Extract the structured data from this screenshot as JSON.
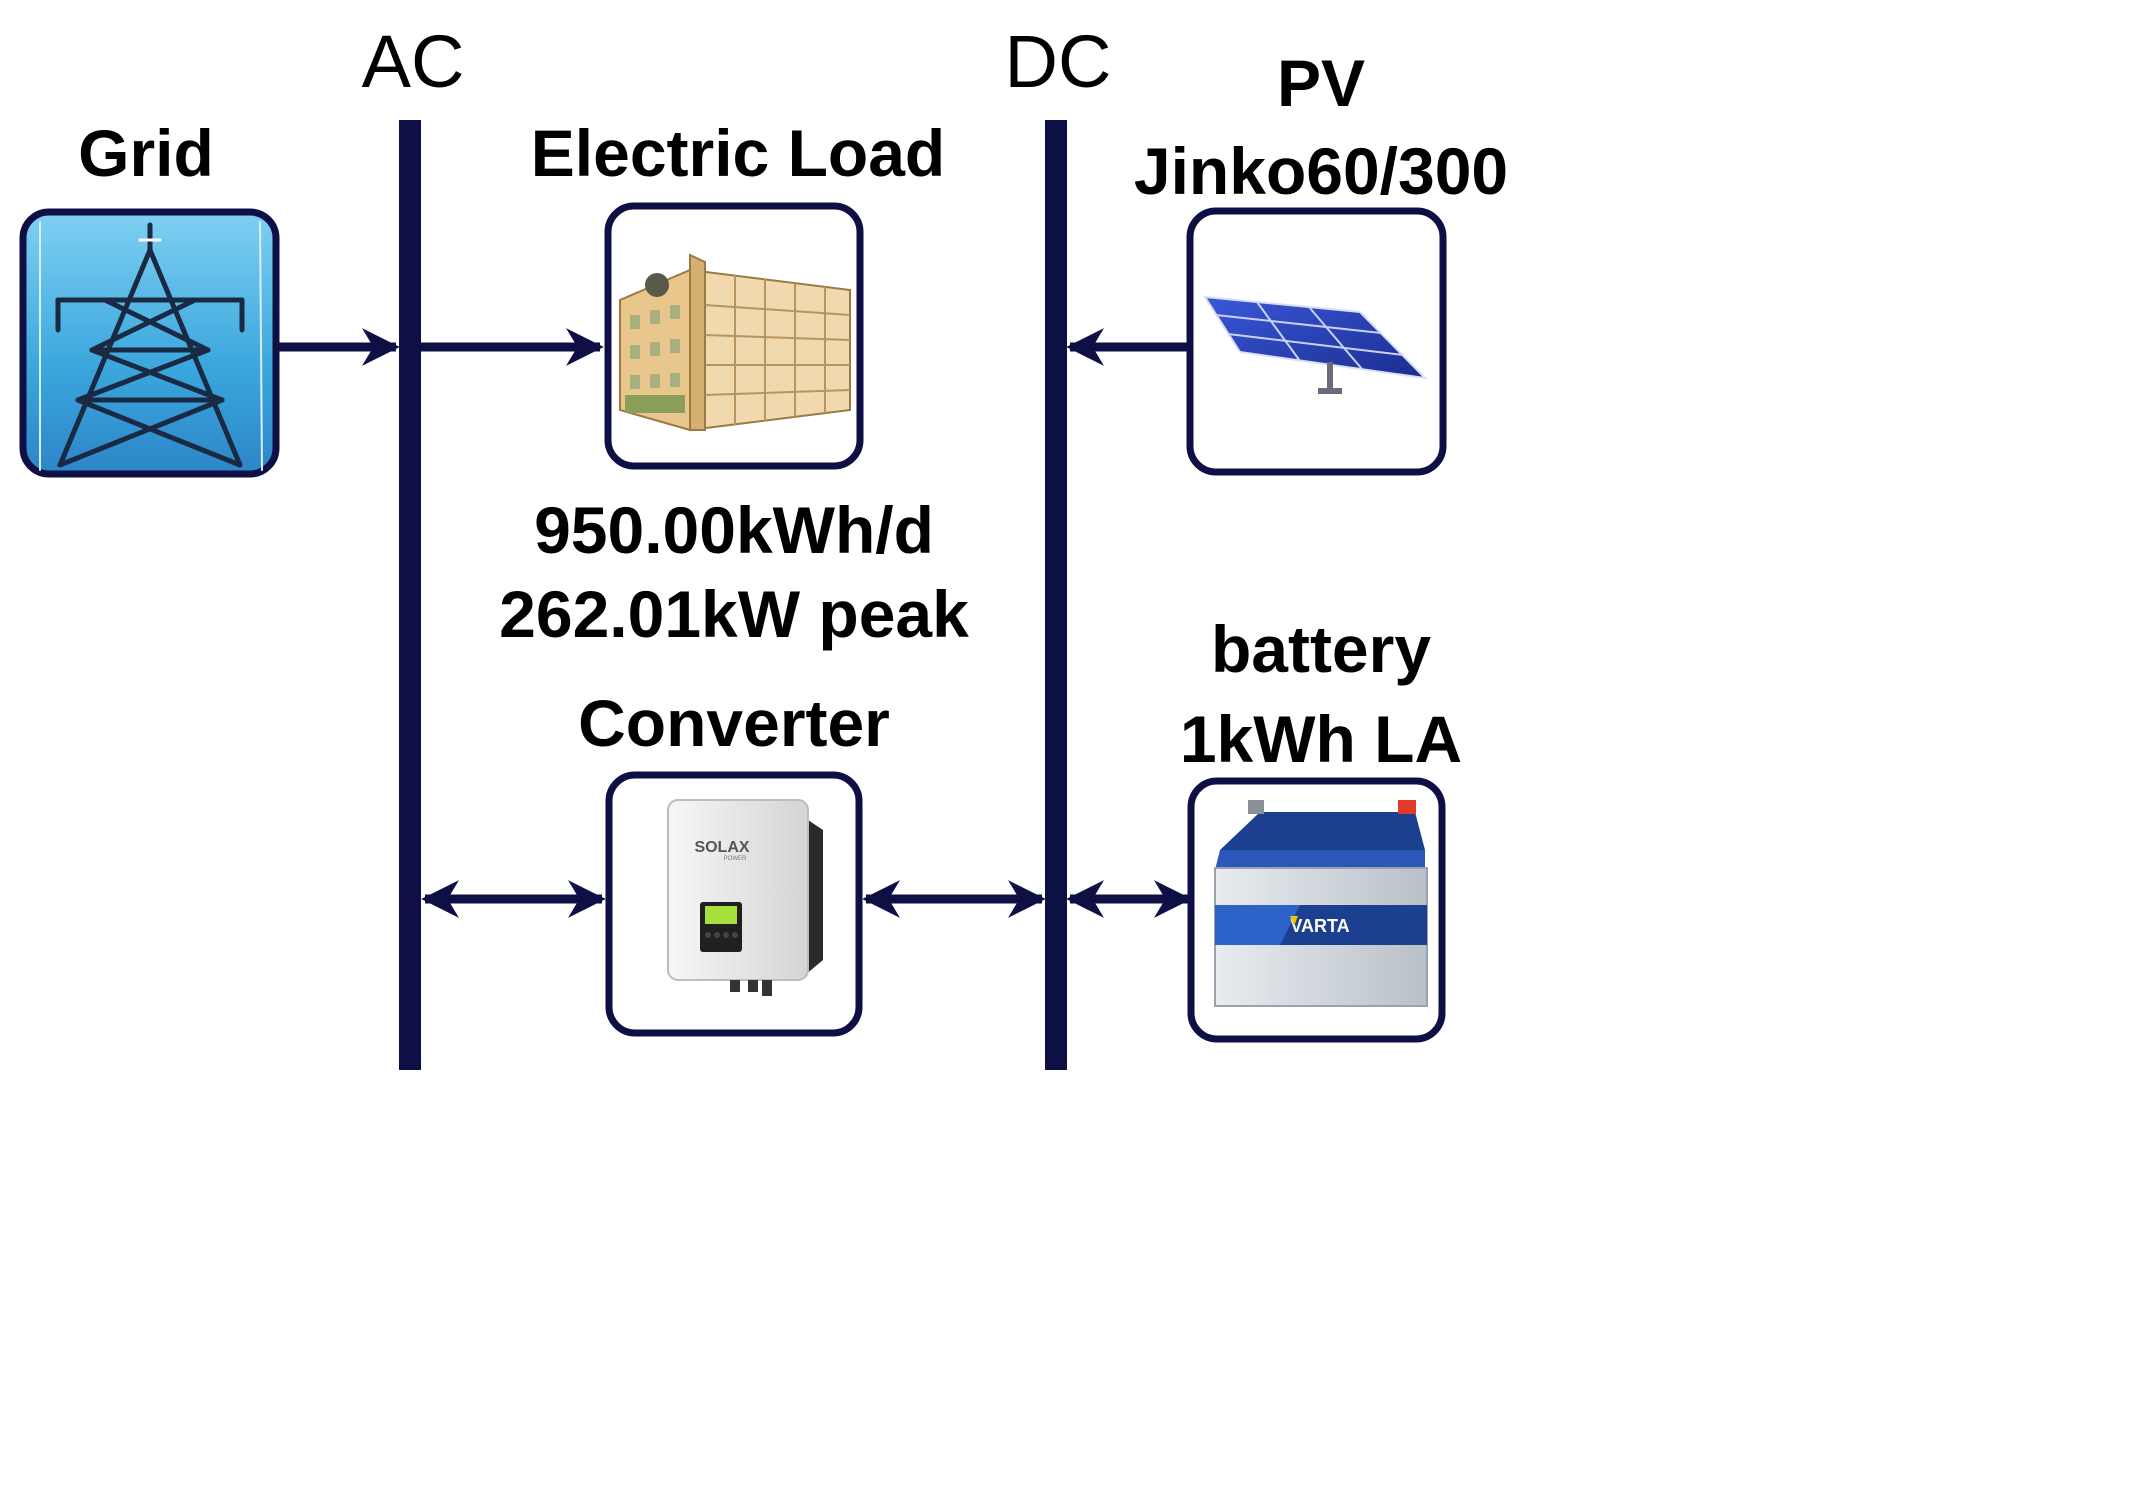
{
  "diagram": {
    "buses": {
      "ac": "AC",
      "dc": "DC"
    },
    "grid": {
      "label": "Grid"
    },
    "load": {
      "label": "Electric Load",
      "energy": "950.00kWh/d",
      "peak": "262.01kW peak"
    },
    "pv": {
      "label_line1": "PV",
      "label_line2": "Jinko60/300"
    },
    "converter": {
      "label": "Converter",
      "brand": "SOLAX",
      "brand_sub": "POWER"
    },
    "battery": {
      "label_line1": "battery",
      "label_line2": "1kWh LA",
      "brand": "VARTA"
    },
    "colors": {
      "line": "#0e0f45",
      "box_border": "#0e0f45",
      "sky": "#4fb6e6",
      "panel": "#2236a8",
      "building": "#e8c68c",
      "inverter": "#ececec",
      "battery_top": "#1c3f8f"
    }
  }
}
